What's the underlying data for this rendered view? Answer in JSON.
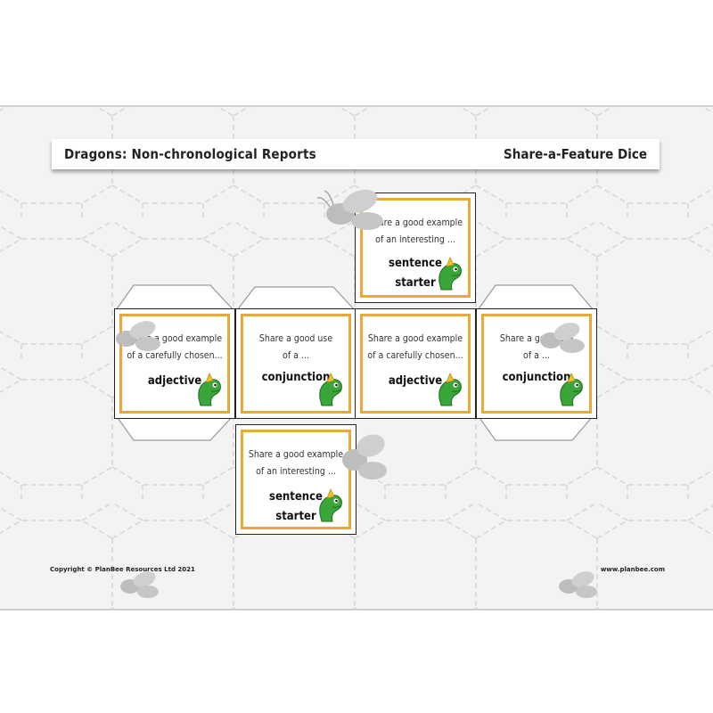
{
  "header": {
    "title": "Dragons: Non-chronological Reports",
    "subtitle": "Share-a-Feature Dice"
  },
  "faces": {
    "top": {
      "prompt_line1": "Share a good example",
      "prompt_line2": "of an interesting ...",
      "word_line1": "sentence",
      "word_line2": "starter"
    },
    "left": {
      "prompt_line1": "Share a good example",
      "prompt_line2": "of a carefully chosen...",
      "word_line1": "adjective"
    },
    "mid_left": {
      "prompt_line1": "Share a good use",
      "prompt_line2": "of a ...",
      "word_line1": "conjunction"
    },
    "center": {
      "prompt_line1": "Share a good example",
      "prompt_line2": "of a carefully chosen...",
      "word_line1": "adjective"
    },
    "right": {
      "prompt_line1": "Share a good use",
      "prompt_line2": "of a ...",
      "word_line1": "conjunction"
    },
    "bottom": {
      "prompt_line1": "Share a good example",
      "prompt_line2": "of an interesting ...",
      "word_line1": "sentence",
      "word_line2": "starter"
    }
  },
  "footer": {
    "copyright": "Copyright © PlanBee Resources Ltd 2021",
    "website": "www.planbee.com"
  },
  "colors": {
    "face_border": "#e9a93a",
    "dragon_green": "#3aa63a",
    "dragon_yellow": "#f2c22e"
  }
}
